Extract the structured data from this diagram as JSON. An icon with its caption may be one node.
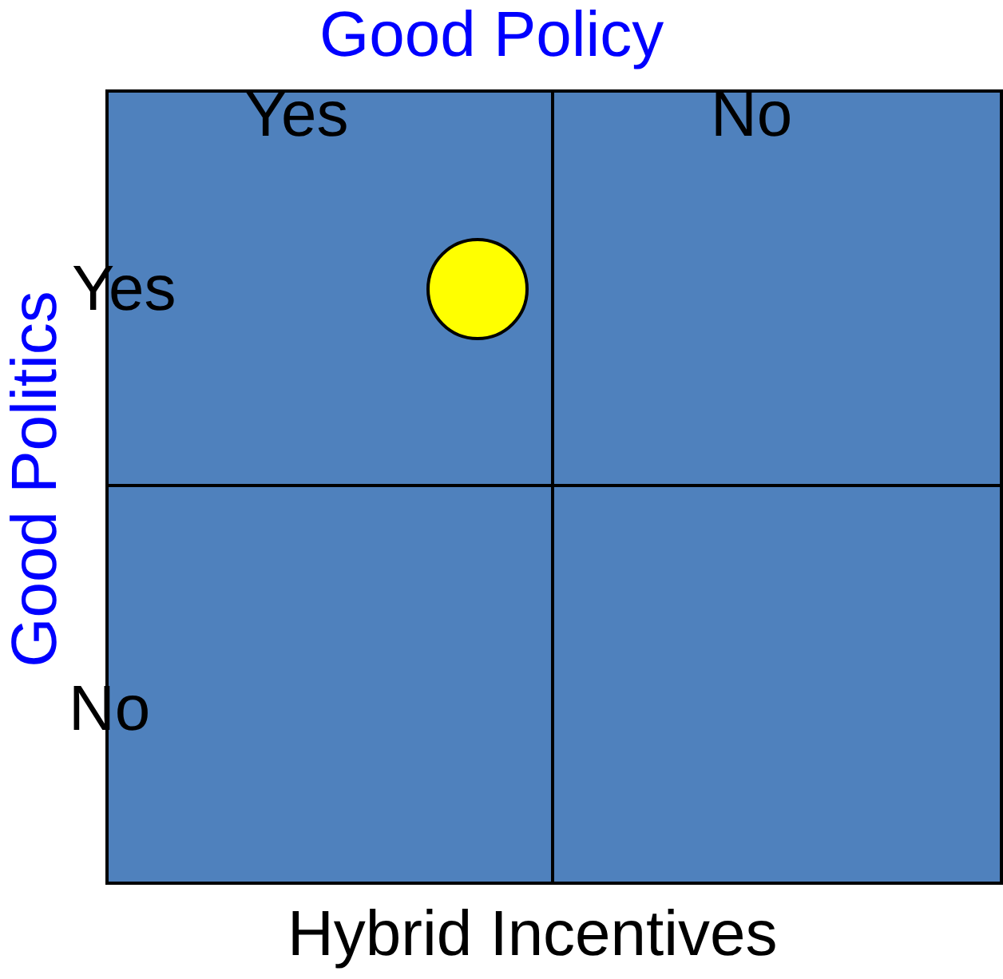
{
  "diagram": {
    "nodes": [
      {
        "text": [],
        "shape": "circle"
      }
    ],
    "edges": [],
    "labels": [
      "Good Policy",
      "Yes",
      "No",
      "Yes",
      "Good Politics",
      "No",
      "Hybrid Incentives"
    ]
  }
}
